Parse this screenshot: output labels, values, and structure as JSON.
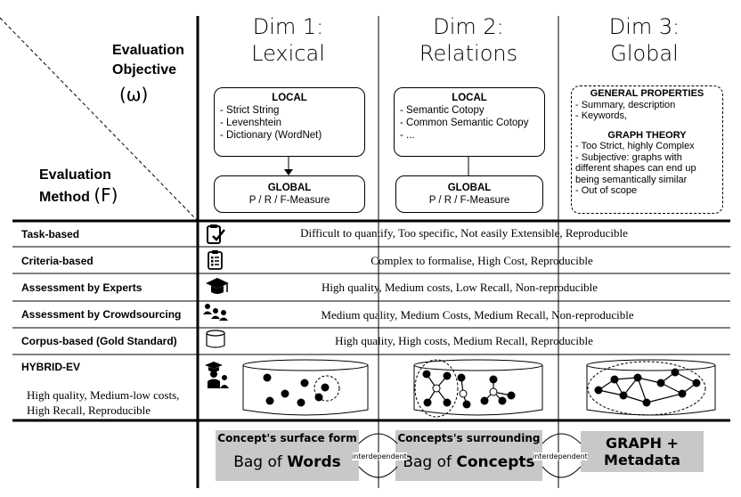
{
  "header": {
    "objective_line1": "Evaluation",
    "objective_line2": "Objective",
    "objective_symbol": "(ω)",
    "method_line1": "Evaluation",
    "method_line2": "Method",
    "method_symbol": "(F)"
  },
  "dimensions": [
    {
      "line1": "Dim 1:",
      "line2": "Lexical"
    },
    {
      "line1": "Dim 2:",
      "line2": "Relations"
    },
    {
      "line1": "Dim 3:",
      "line2": "Global"
    }
  ],
  "dim1": {
    "local_header": "LOCAL",
    "local_items": [
      "- Strict String",
      "- Levenshtein",
      "- Dictionary (WordNet)"
    ],
    "global_header": "GLOBAL",
    "global_text": "P / R / F-Measure"
  },
  "dim2": {
    "local_header": "LOCAL",
    "local_items": [
      "- Semantic Cotopy",
      "- Common Semantic Cotopy",
      "- ..."
    ],
    "global_header": "GLOBAL",
    "global_text": "P / R / F-Measure"
  },
  "dim3": {
    "general_header": "GENERAL PROPERTIES",
    "general_items": [
      "- Summary, description",
      "- Keywords,"
    ],
    "graph_header": "GRAPH THEORY",
    "graph_items": [
      "- Too Strict, highly Complex",
      "- Subjective: graphs with",
      "different shapes can end up",
      "being semantically similar",
      "- Out of scope"
    ]
  },
  "rows": [
    {
      "label": "Task-based",
      "desc": "Difficult to quantify, Too specific, Not easily Extensible, Reproducible",
      "icon": "clipboard-check-icon"
    },
    {
      "label": "Criteria-based",
      "desc": "Complex to formalise, High Cost, Reproducible",
      "icon": "checklist-icon"
    },
    {
      "label": "Assessment by Experts",
      "desc": "High quality, Medium costs, Low Recall, Non-reproducible",
      "icon": "graduation-cap-icon"
    },
    {
      "label": "Assessment by Crowdsourcing",
      "desc": "Medium quality, Medium Costs, Medium Recall, Non-reproducible",
      "icon": "crowd-icon"
    },
    {
      "label": "Corpus-based (Gold Standard)",
      "desc": "High quality, High costs, Medium Recall, Reproducible",
      "icon": "database-cylinder-icon"
    }
  ],
  "hybrid": {
    "label": "HYBRID-EV",
    "desc_line1": "High quality, Medium-low costs,",
    "desc_line2": "High Recall, Reproducible",
    "icon": "expert-crowd-icon"
  },
  "bottom": {
    "box1_top": "Concept's surface form",
    "box1_bot_a": "Bag of ",
    "box1_bot_b": "Words",
    "box2_top": "Concepts's surrounding",
    "box2_bot_a": "Bag of ",
    "box2_bot_b": "Concepts",
    "box3_line1": "GRAPH +",
    "box3_line2": "Metadata",
    "link_label": "interdependent"
  }
}
